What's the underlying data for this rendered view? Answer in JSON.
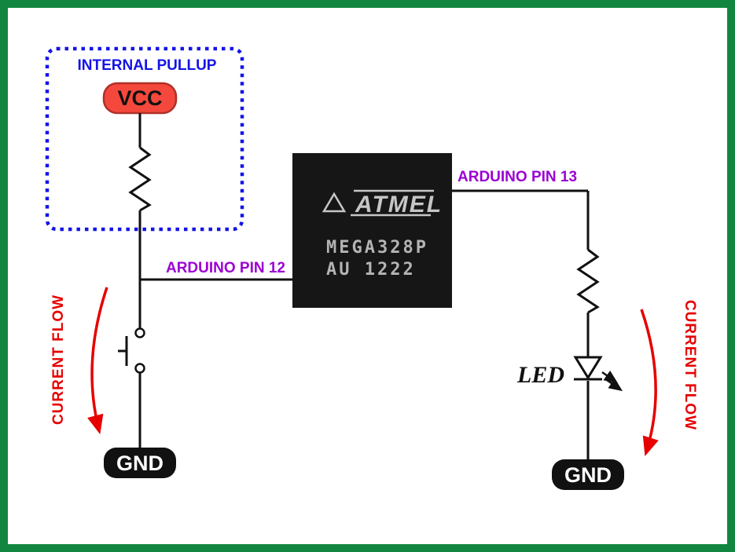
{
  "diagram": {
    "pullup_box": {
      "label": "INTERNAL PULLUP"
    },
    "vcc": {
      "label": "VCC"
    },
    "gnd_left": {
      "label": "GND"
    },
    "gnd_right": {
      "label": "GND"
    },
    "pin12": {
      "label": "ARDUINO PIN 12"
    },
    "pin13": {
      "label": "ARDUINO PIN 13"
    },
    "chip": {
      "brand": "ATMEL",
      "part_line1": "MEGA328P",
      "part_line2": "AU 1222"
    },
    "led": {
      "label": "LED"
    },
    "current_flow_left": {
      "label": "CURRENT FLOW"
    },
    "current_flow_right": {
      "label": "CURRENT FLOW"
    },
    "colors": {
      "frame_green": "#128540",
      "pullup_blue": "#1414e6",
      "pin_purple": "#9b00d2",
      "flow_red": "#e60000",
      "vcc_red": "#f4483c",
      "vcc_border": "#b03028",
      "chip_black": "#161616",
      "badge_black": "#111111",
      "chip_text_gray": "#b4b4b4"
    }
  }
}
